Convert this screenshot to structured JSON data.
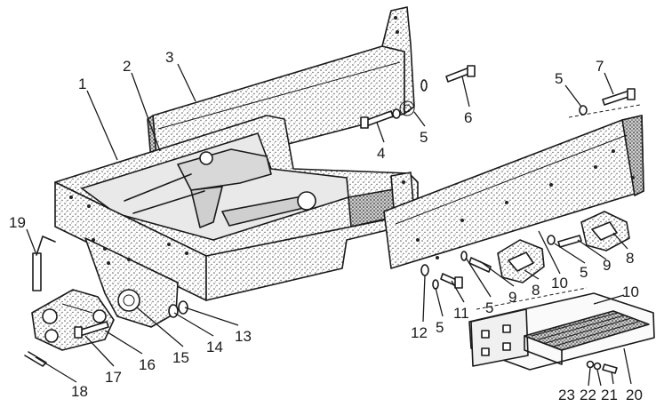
{
  "figure": {
    "type": "exploded-parts-diagram",
    "colors": {
      "ink": "#1a1a1a",
      "paper": "#ffffff",
      "stipple": "#6b6b6b"
    }
  },
  "callouts": [
    {
      "id": "c1",
      "label": "1"
    },
    {
      "id": "c2",
      "label": "2"
    },
    {
      "id": "c3",
      "label": "3"
    },
    {
      "id": "c4",
      "label": "4"
    },
    {
      "id": "c5a",
      "label": "5"
    },
    {
      "id": "c6",
      "label": "6"
    },
    {
      "id": "c5b",
      "label": "5"
    },
    {
      "id": "c7",
      "label": "7"
    },
    {
      "id": "c19",
      "label": "19"
    },
    {
      "id": "c8",
      "label": "8"
    },
    {
      "id": "c9a",
      "label": "9"
    },
    {
      "id": "c5c",
      "label": "5"
    },
    {
      "id": "c10a",
      "label": "10"
    },
    {
      "id": "c8b",
      "label": "8"
    },
    {
      "id": "c9b",
      "label": "9"
    },
    {
      "id": "c5d",
      "label": "5"
    },
    {
      "id": "c11",
      "label": "11"
    },
    {
      "id": "c5e",
      "label": "5"
    },
    {
      "id": "c12",
      "label": "12"
    },
    {
      "id": "c10b",
      "label": "10"
    },
    {
      "id": "c13",
      "label": "13"
    },
    {
      "id": "c14",
      "label": "14"
    },
    {
      "id": "c15",
      "label": "15"
    },
    {
      "id": "c16",
      "label": "16"
    },
    {
      "id": "c17",
      "label": "17"
    },
    {
      "id": "c18",
      "label": "18"
    },
    {
      "id": "c23",
      "label": "23"
    },
    {
      "id": "c22",
      "label": "22"
    },
    {
      "id": "c21",
      "label": "21"
    },
    {
      "id": "c20",
      "label": "20"
    }
  ]
}
